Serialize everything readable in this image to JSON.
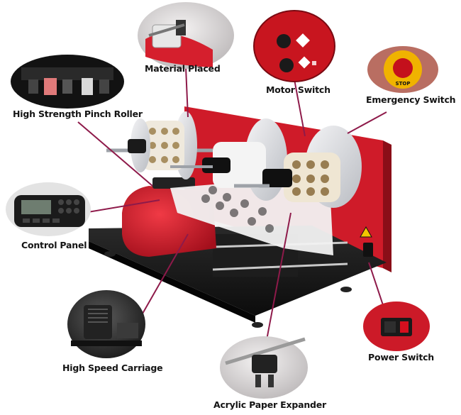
{
  "labels": {
    "material_placed": "Material Placed",
    "motor_switch": "Motor Switch",
    "emergency_switch": "Emergency Switch",
    "pinch_roller": "High Strength Pinch Roller",
    "control_panel": "Control Panel",
    "carriage": "High Speed Carriage",
    "power_switch": "Power Switch",
    "paper_expander": "Acrylic Paper Expander"
  },
  "emergency_button_text": "STOP",
  "colors": {
    "machine_red": "#d81c2b",
    "dark_red": "#9a0f1a",
    "leader_line": "#8e1a4a",
    "base_black": "#161616"
  }
}
